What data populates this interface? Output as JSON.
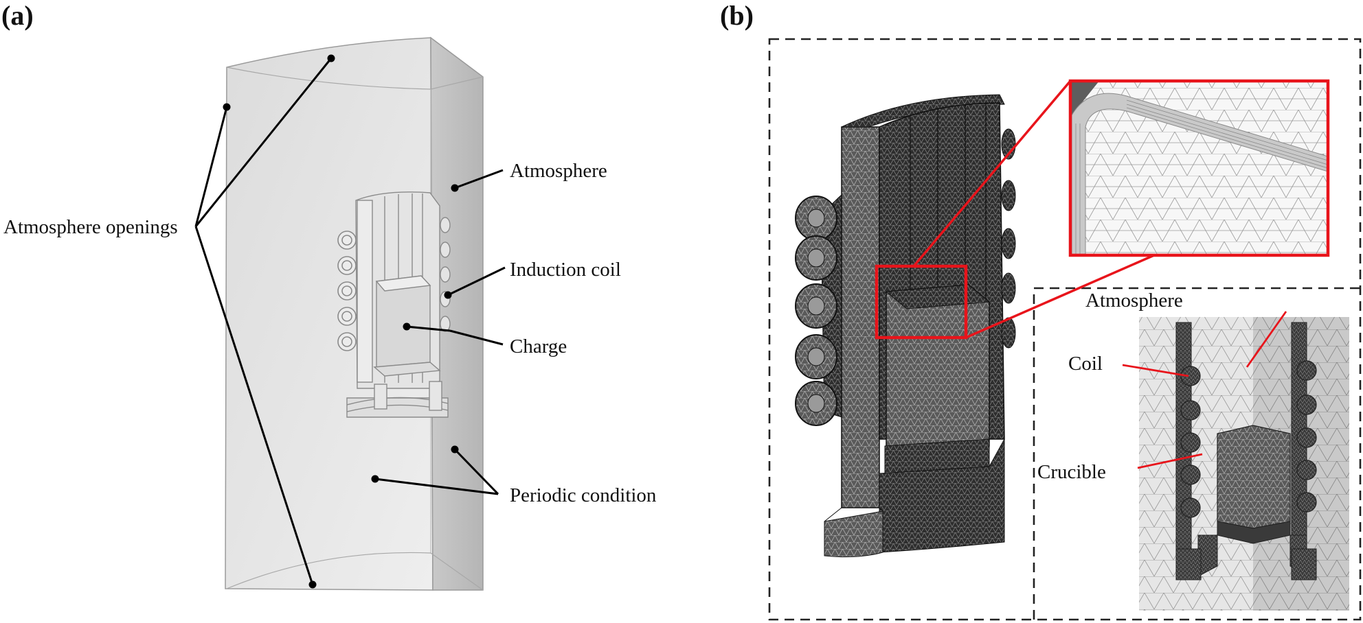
{
  "panel_a": {
    "panel_label": "(a)",
    "labels": {
      "atmosphere_openings": "Atmosphere openings",
      "atmosphere": "Atmosphere",
      "induction_coil": "Induction coil",
      "charge": "Charge",
      "periodic_condition": "Periodic condition"
    }
  },
  "panel_b": {
    "panel_label": "(b)",
    "labels": {
      "atmosphere": "Atmosphere",
      "coil": "Coil",
      "crucible": "Crucible"
    }
  },
  "colors": {
    "callout_red": "#e8141b",
    "dashed_border": "#222222",
    "mesh_dark": "#2b2b2b",
    "domain_light": "#e2e2e2"
  }
}
